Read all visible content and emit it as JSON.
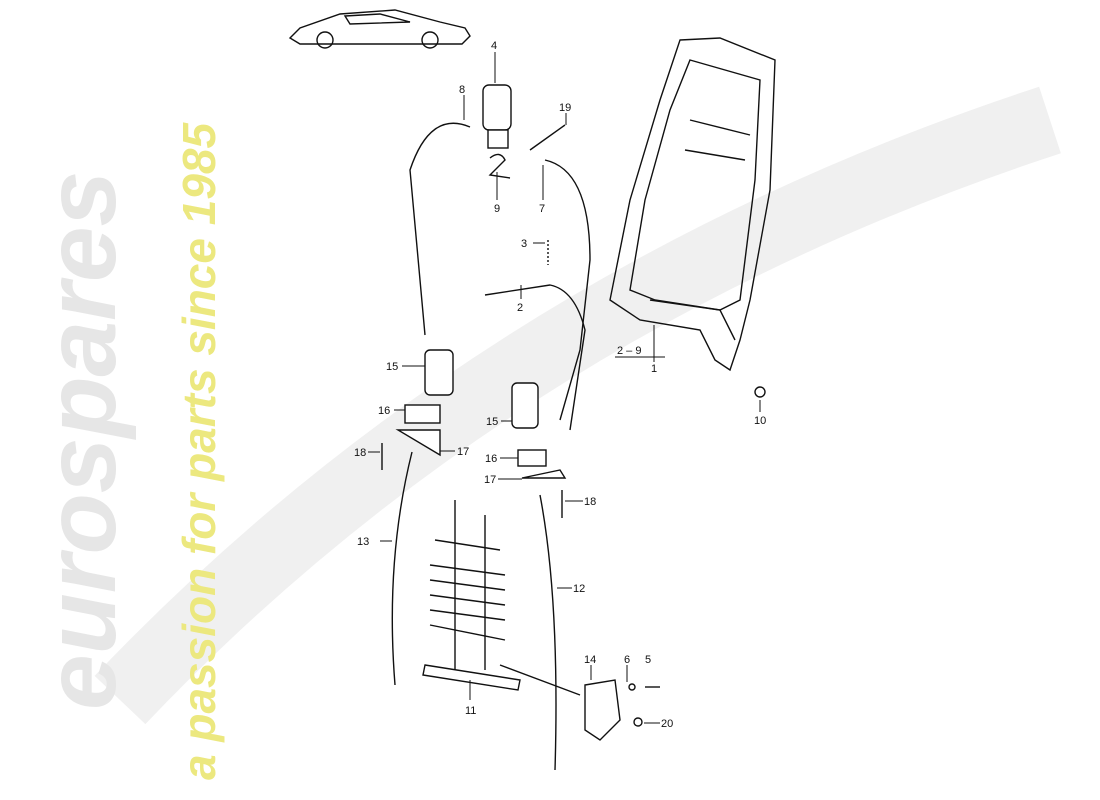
{
  "watermark": {
    "brand": "eurospares",
    "tagline": "a passion for parts since 1985",
    "brand_color": "#e6e6e6",
    "tagline_color": "#f3f0a0"
  },
  "labels": {
    "p4": "4",
    "p8": "8",
    "p19": "19",
    "p9": "9",
    "p7": "7",
    "p3": "3",
    "p2": "2",
    "p2_9": "2 – 9",
    "p1": "1",
    "p15a": "15",
    "p15b": "15",
    "p16a": "16",
    "p17a": "17",
    "p18a": "18",
    "p16b": "16",
    "p17b": "17",
    "p10": "10",
    "p18b": "18",
    "p13": "13",
    "p12": "12",
    "p14": "14",
    "p6": "6",
    "p5": "5",
    "p11": "11",
    "p20": "20"
  }
}
